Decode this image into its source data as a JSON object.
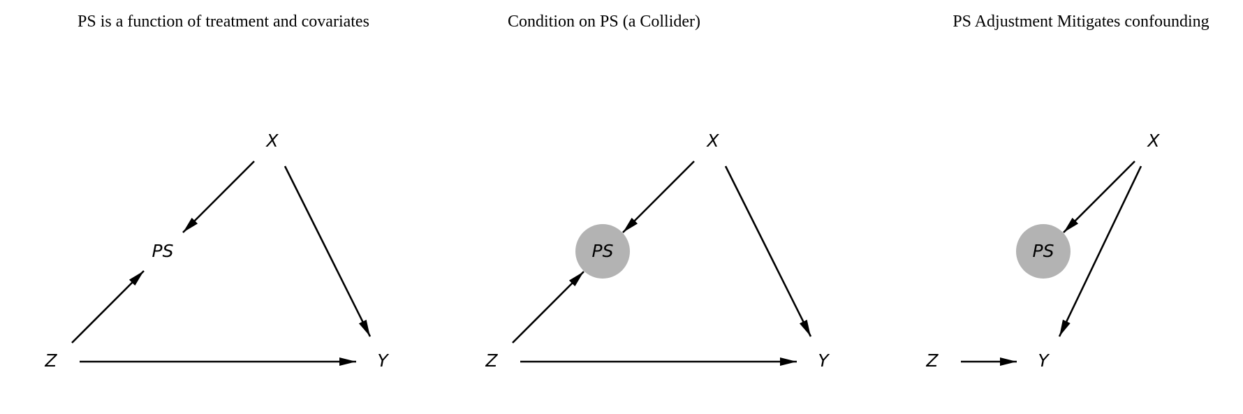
{
  "colors": {
    "conditioned_node": "#b3b3b3",
    "edge": "#000000",
    "background": "#ffffff"
  },
  "panels": [
    {
      "title": "PS is a function of treatment and covariates",
      "nodes": {
        "x": "X",
        "ps": "PS",
        "z": "Z",
        "y": "Y"
      },
      "conditioned": []
    },
    {
      "title": "Condition on PS (a Collider)",
      "nodes": {
        "x": "X",
        "ps": "PS",
        "z": "Z",
        "y": "Y"
      },
      "conditioned": [
        "PS"
      ]
    },
    {
      "title": "PS Adjustment Mitigates confounding",
      "nodes": {
        "x": "X",
        "ps": "PS",
        "z": "Z",
        "y": "Y"
      },
      "conditioned": [
        "PS"
      ]
    }
  ]
}
